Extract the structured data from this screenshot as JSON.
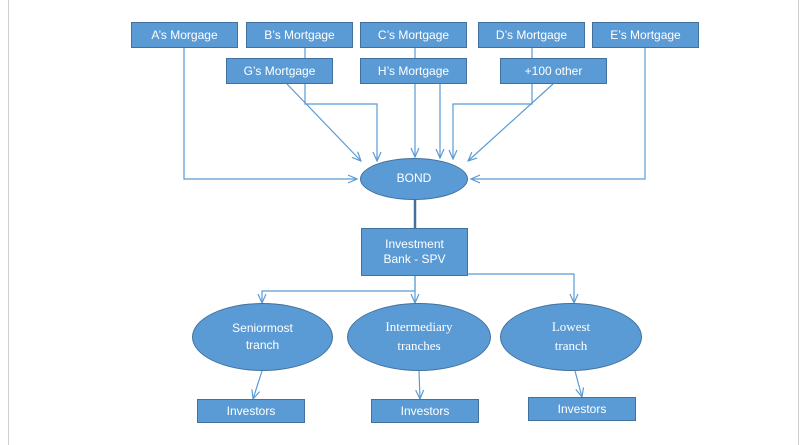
{
  "mortgages": {
    "a": "A’s Morgage",
    "b": "B’s Mortgage",
    "c": "C’s Mortgage",
    "d": "D’s Mortgage",
    "e": "E’s Mortgage",
    "g": "G’s Mortgage",
    "h": "H’s Mortgage",
    "other": "+100 other"
  },
  "bond": "BOND",
  "spv": "Investment\nBank - SPV",
  "tranches": {
    "senior": "Seniormost\ntranch",
    "intermediary": "Intermediary\ntranches",
    "lowest": "Lowest\ntranch"
  },
  "investors": {
    "senior": "Investors",
    "intermediary": "Investors",
    "lowest": "Investors"
  },
  "colors": {
    "shape_fill": "#5b9bd5",
    "shape_border": "#41719c",
    "connector": "#5b9bd5",
    "text": "#ffffff"
  }
}
